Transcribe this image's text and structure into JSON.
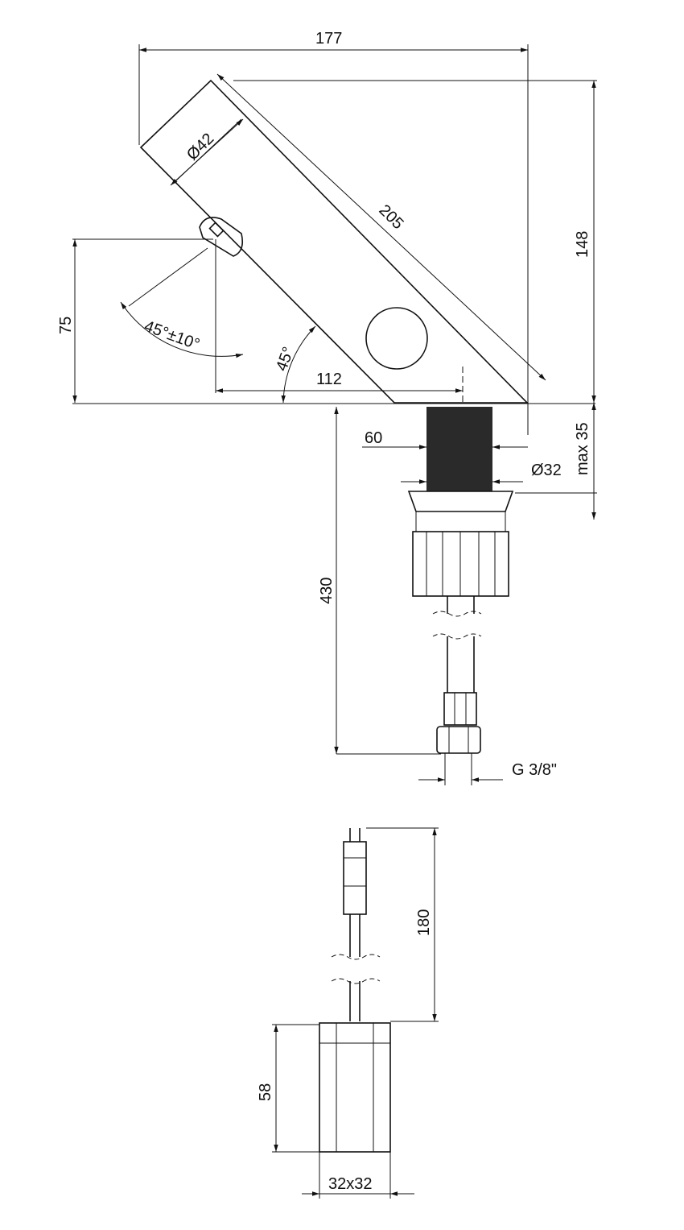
{
  "drawing": {
    "dimensions": {
      "overall_length": "177",
      "spout_diameter": "Ø42",
      "body_length": "205",
      "height": "148",
      "sensor_height": "75",
      "sensor_angle": "45°±10°",
      "body_angle": "45°",
      "sensor_reach": "112",
      "shank_offset": "60",
      "shank_diameter": "Ø32",
      "max_deck": "max 35",
      "hose_length": "430",
      "connection_thread": "G 3/8\"",
      "cable_length": "180",
      "box_height": "58",
      "box_section": "32x32"
    },
    "colors": {
      "line": "#111111",
      "shank": "#2a2a2a"
    }
  }
}
